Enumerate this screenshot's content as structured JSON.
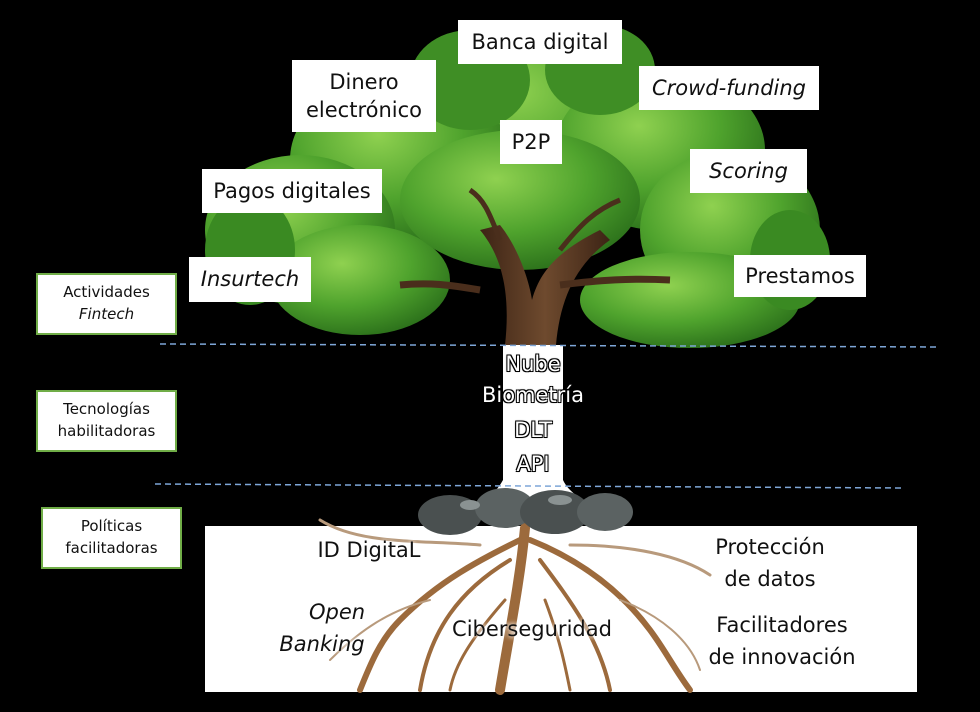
{
  "layers": [
    {
      "line1": "Actividades",
      "line2": "Fintech"
    },
    {
      "line1": "Tecnologías",
      "line2": "habilitadoras"
    },
    {
      "line1": "Políticas",
      "line2": "facilitadoras"
    }
  ],
  "activities": {
    "banca": "Banca digital",
    "dinero_line1": "Dinero",
    "dinero_line2": "electrónico",
    "crowd": "Crowd-funding",
    "p2p": "P2P",
    "scoring": "Scoring",
    "pagos": "Pagos digitales",
    "insurtech": "Insurtech",
    "prestamos": "Prestamos"
  },
  "technologies": [
    "Nube",
    "Biometría",
    "DLT",
    "API"
  ],
  "policies": {
    "id_digital": "ID DigitaL",
    "proteccion_line1": "Protección",
    "proteccion_line2": "de datos",
    "open_line1": "Open",
    "open_line2": "Banking",
    "ciberseguridad": "Ciberseguridad",
    "facilitadores_line1": "Facilitadores",
    "facilitadores_line2": "de innovación"
  },
  "colors": {
    "background": "#000000",
    "foliage_dark": "#2e7d1f",
    "foliage_light": "#6abf3a",
    "trunk": "#5b3a24",
    "roots": "#9c6a3c",
    "box_border": "#70ad47",
    "divider": "#7ea6d8"
  }
}
